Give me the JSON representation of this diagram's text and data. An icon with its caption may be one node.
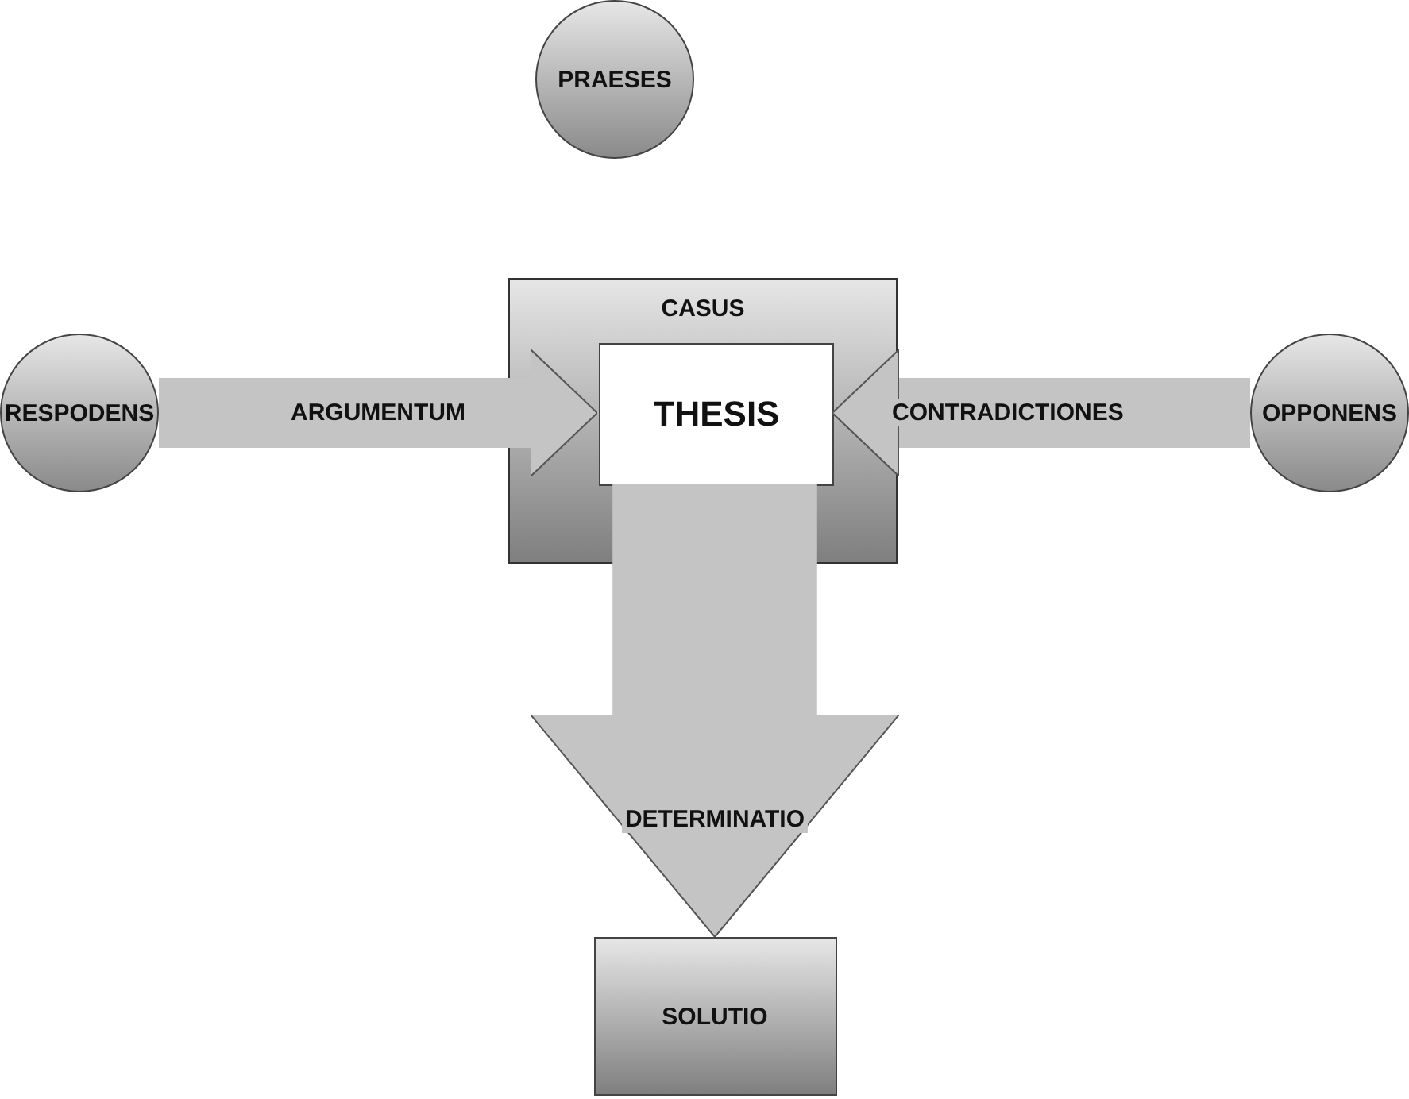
{
  "diagram": {
    "nodes": [
      {
        "text": [
          "PRAESES"
        ]
      },
      {
        "text": [
          "CASUS"
        ]
      },
      {
        "text": [
          "THESIS"
        ],
        "in": 1
      },
      {
        "text": [
          "RESPODENS"
        ]
      },
      {
        "text": [
          "OPPONENS"
        ]
      },
      {
        "text": [
          "SOLUTIO"
        ]
      }
    ],
    "edges": [
      {
        "from": 3,
        "to": 2,
        "arrow": "to",
        "label": "ARGUMENTUM"
      },
      {
        "from": 4,
        "to": 2,
        "arrow": "to",
        "label": "CONTRADICTIONES"
      },
      {
        "from": 2,
        "to": 5,
        "arrow": "to",
        "label": "DETERMINATIO",
        "style": "thick"
      }
    ]
  }
}
